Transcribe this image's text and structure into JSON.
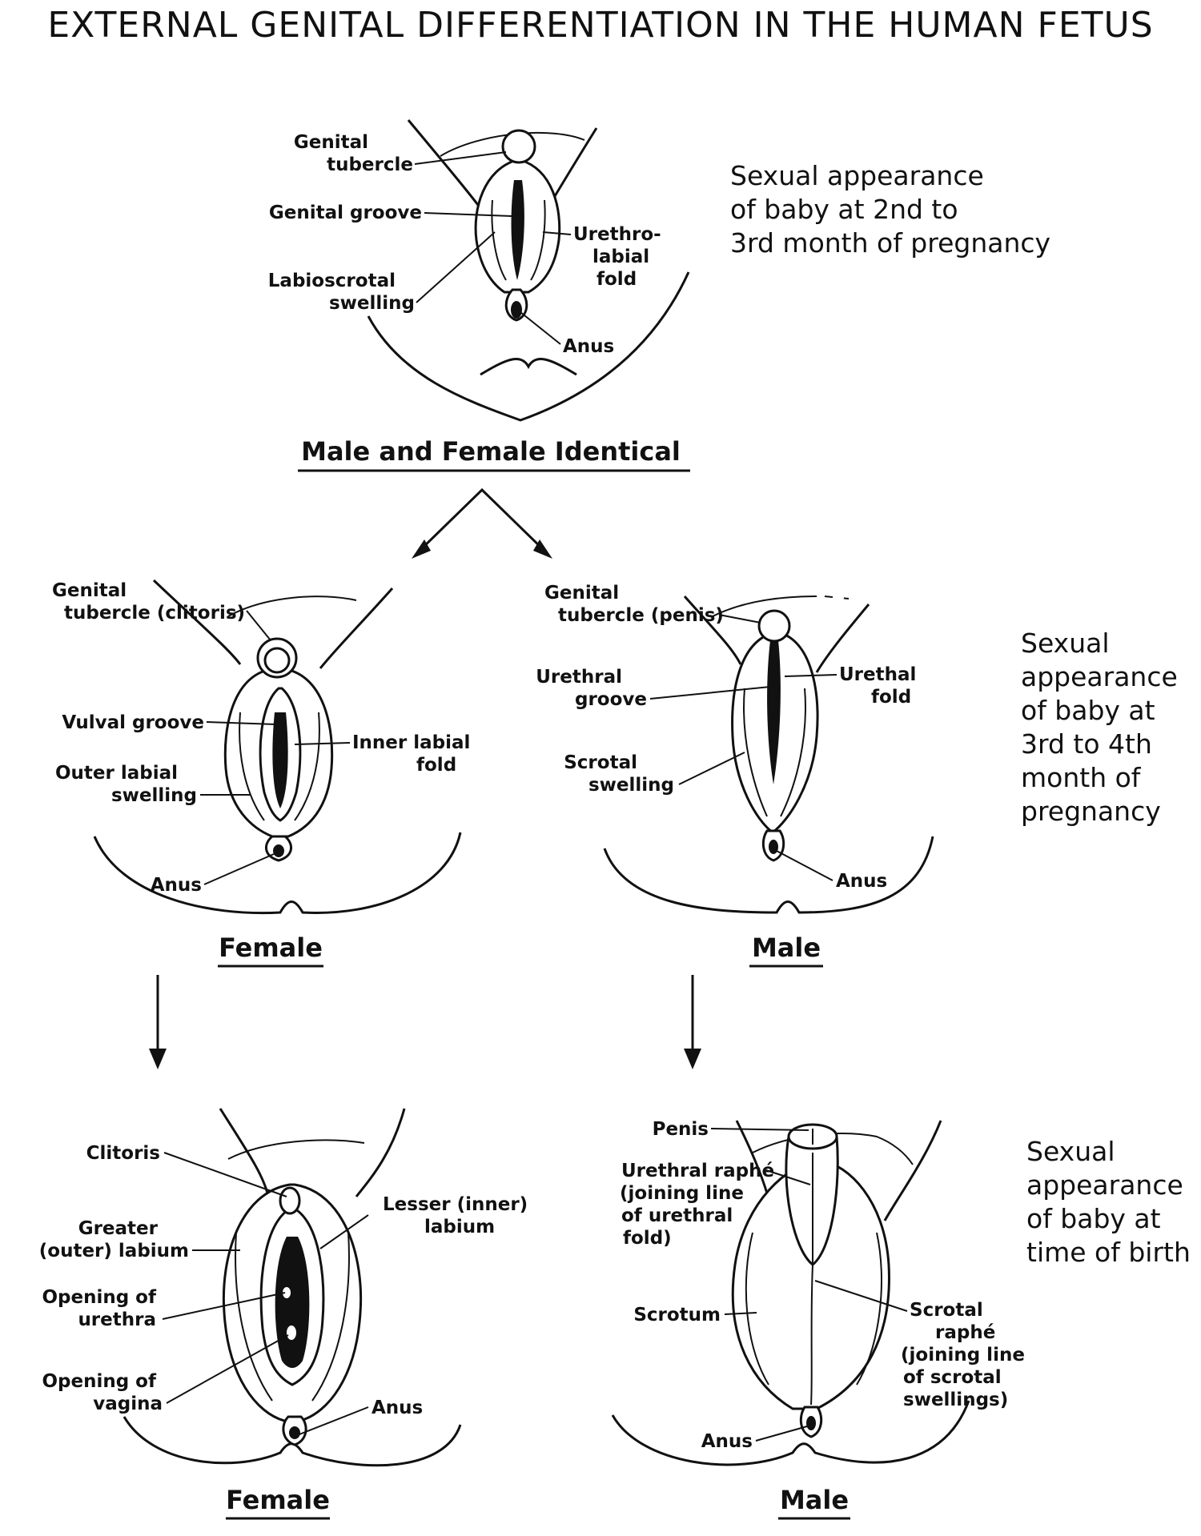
{
  "title": "EXTERNAL GENITAL DIFFERENTIATION IN THE HUMAN FETUS",
  "stage1": {
    "caption": "Male and Female Identical",
    "side_text": [
      "Sexual appearance",
      "of baby at 2nd to",
      "3rd month of pregnancy"
    ],
    "labels": {
      "genital_tubercle": [
        "Genital",
        "tubercle"
      ],
      "genital_groove": [
        "Genital groove"
      ],
      "labioscrotal_swelling": [
        "Labioscrotal",
        "swelling"
      ],
      "urethrolabial_fold": [
        "Urethro-",
        "labial",
        "fold"
      ],
      "anus": [
        "Anus"
      ]
    }
  },
  "stage2": {
    "side_text": [
      "Sexual",
      "appearance",
      "of baby at",
      "3rd to 4th",
      "month of",
      "pregnancy"
    ],
    "female": {
      "caption": "Female",
      "labels": {
        "genital_tubercle": [
          "Genital",
          "tubercle (clitoris)"
        ],
        "vulval_groove": [
          "Vulval groove"
        ],
        "outer_labial_swelling": [
          "Outer labial",
          "swelling"
        ],
        "inner_labial_fold": [
          "Inner labial",
          "fold"
        ],
        "anus": [
          "Anus"
        ]
      }
    },
    "male": {
      "caption": "Male",
      "labels": {
        "genital_tubercle": [
          "Genital",
          "tubercle (penis)"
        ],
        "urethral_groove": [
          "Urethral",
          "groove"
        ],
        "urethal_fold": [
          "Urethal",
          "fold"
        ],
        "scrotal_swelling": [
          "Scrotal",
          "swelling"
        ],
        "anus": [
          "Anus"
        ]
      }
    }
  },
  "stage3": {
    "side_text": [
      "Sexual",
      "appearance",
      "of baby at",
      "time of birth"
    ],
    "female": {
      "caption": "Female",
      "labels": {
        "clitoris": [
          "Clitoris"
        ],
        "greater_labium": [
          "Greater",
          "(outer) labium"
        ],
        "opening_urethra": [
          "Opening of",
          "urethra"
        ],
        "opening_vagina": [
          "Opening of",
          "vagina"
        ],
        "lesser_labium": [
          "Lesser (inner)",
          "labium"
        ],
        "anus": [
          "Anus"
        ]
      }
    },
    "male": {
      "caption": "Male",
      "labels": {
        "penis": [
          "Penis"
        ],
        "urethral_raphe": [
          "Urethral raphé",
          "(joining line",
          "of urethral",
          "fold)"
        ],
        "scrotum": [
          "Scrotum"
        ],
        "scrotal_raphe": [
          "Scrotal",
          "raphé",
          "(joining line",
          "of scrotal",
          "swellings)"
        ],
        "anus": [
          "Anus"
        ]
      }
    }
  }
}
